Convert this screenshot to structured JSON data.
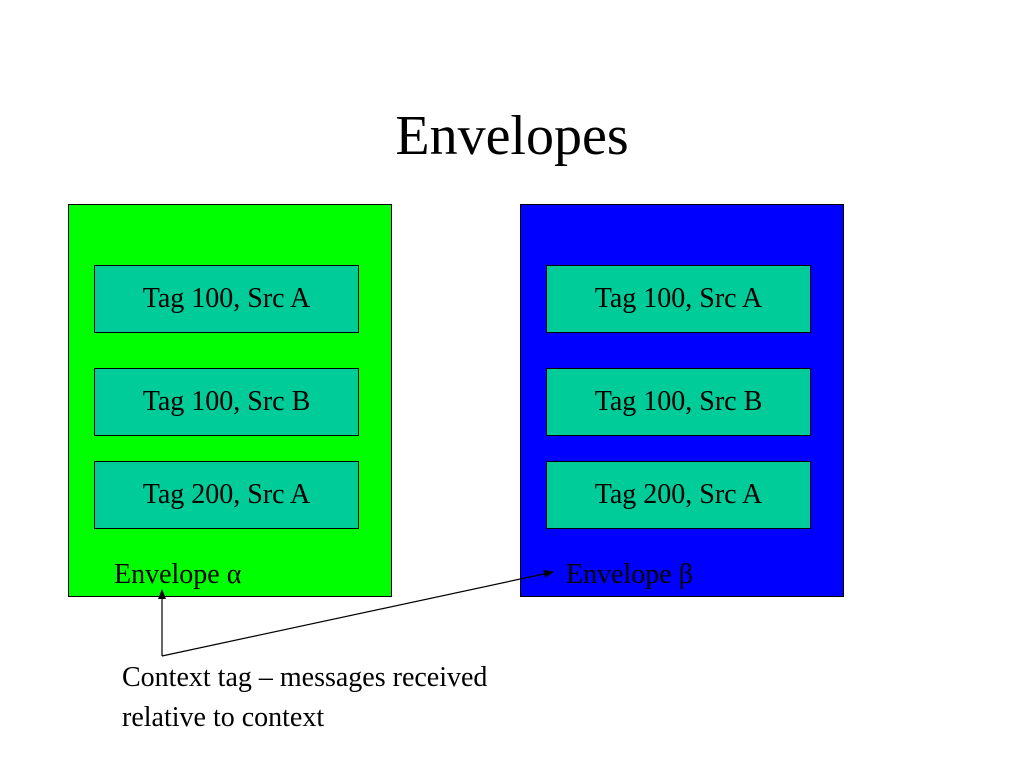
{
  "slide": {
    "title": "Envelopes"
  },
  "envelopes": [
    {
      "label": "Envelope α",
      "color": "#00ff00",
      "messages": [
        "Tag 100, Src A",
        "Tag 100, Src B",
        "Tag 200, Src A"
      ]
    },
    {
      "label": "Envelope β",
      "color": "#0000ff",
      "messages": [
        "Tag 100, Src A",
        "Tag 100, Src B",
        "Tag 200, Src A"
      ]
    }
  ],
  "message_box_color": "#00cc99",
  "caption": {
    "line1": "Context tag – messages received",
    "line2": "relative to context"
  }
}
